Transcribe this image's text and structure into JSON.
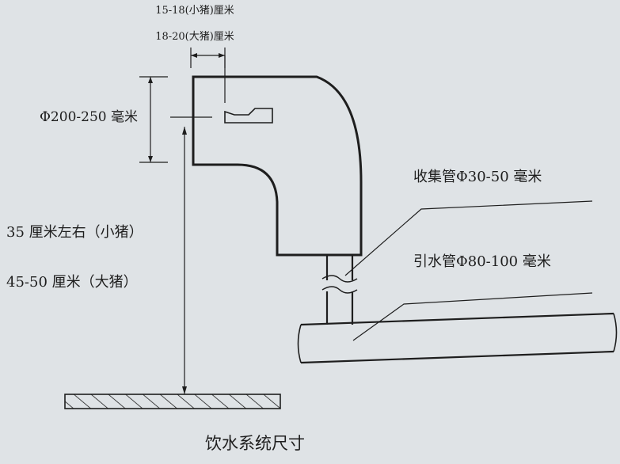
{
  "labels": {
    "top_width_small": "15-18(小猪)厘米",
    "top_width_large": "18-20(大猪)厘米",
    "diameter": "Φ200-250 毫米",
    "height_small": "35 厘米左右（小猪）",
    "height_large": "45-50 厘米（大猪）",
    "collector_pipe": "收集管Φ30-50 毫米",
    "supply_pipe": "引水管Φ80-100 毫米",
    "caption": "饮水系统尺寸"
  },
  "colors": {
    "background": "#dfe3e6",
    "line": "#1e1e1e"
  }
}
